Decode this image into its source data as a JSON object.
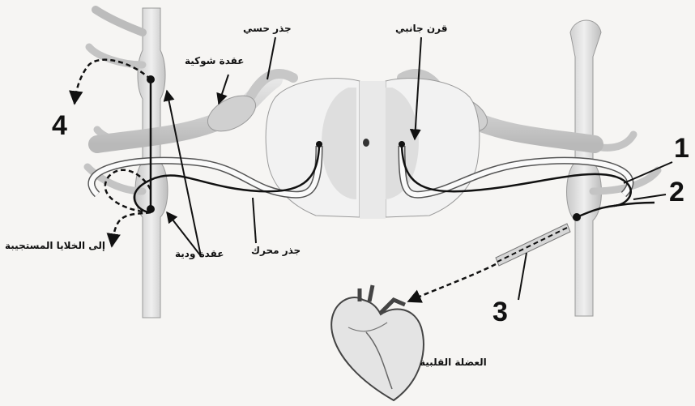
{
  "labels": {
    "lateral_horn": "قرن جانبي",
    "sensory_root": "جذر حسي",
    "spinal_ganglion": "عقدة شوكية",
    "motor_root": "جذر محرك",
    "sympathetic_ganglion": "عقدة ودية",
    "to_effector_cells": "إلى الخلايا المستجيبة",
    "heart_muscle": "العضلة القلبية"
  },
  "numbers": {
    "n1": "1",
    "n2": "2",
    "n3": "3",
    "n4": "4"
  }
}
